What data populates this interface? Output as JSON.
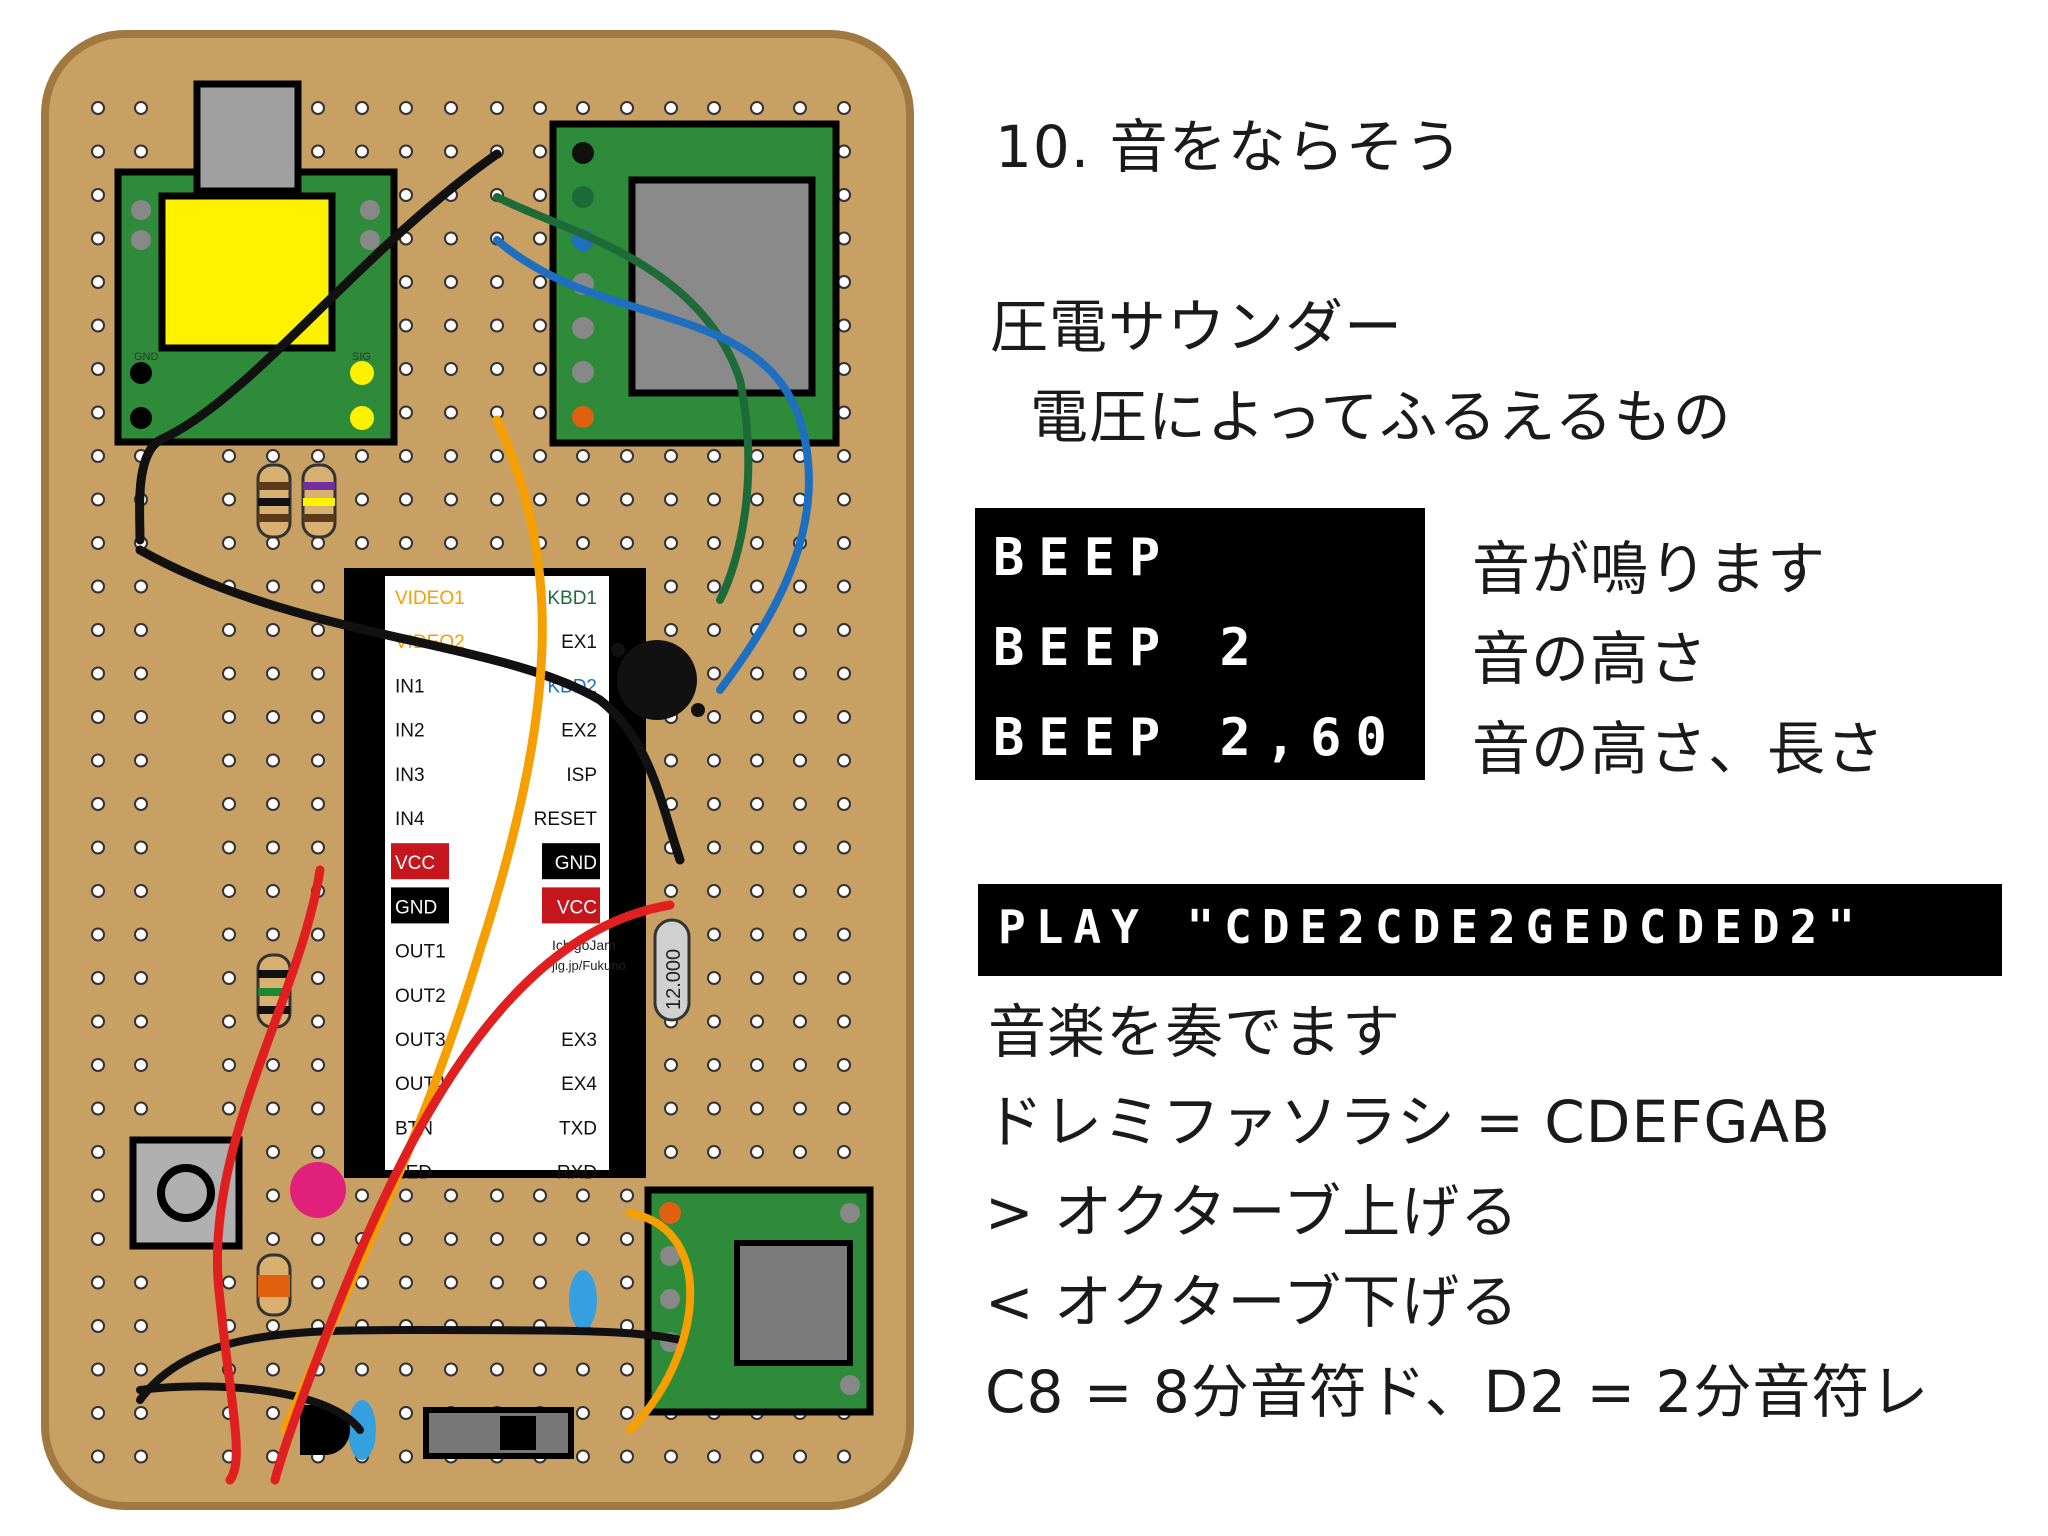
{
  "slide": {
    "title": "10. 音をならそう",
    "section_heading": "圧電サウンダー",
    "section_desc": "電圧によってふるえるもの",
    "beep_commands": [
      {
        "code": "BEEP",
        "desc": "音が鳴ります"
      },
      {
        "code": "BEEP 2",
        "desc": "音の高さ"
      },
      {
        "code": "BEEP 2,60",
        "desc": "音の高さ、長さ"
      }
    ],
    "play_command": "PLAY \"CDE2CDE2GEDCDED2\"",
    "play_notes": [
      "音楽を奏でます",
      "ドレミファソラシ = CDEFGAB",
      "> オクターブ上げる",
      "< オクターブ下げる",
      "C8 = 8分音符ド、D2 = 2分音符レ"
    ]
  },
  "board": {
    "chip_left_labels": [
      "VIDEO1",
      "VIDEO2",
      "IN1",
      "IN2",
      "IN3",
      "IN4",
      "VCC",
      "GND",
      "OUT1",
      "OUT2",
      "OUT3",
      "OUT4",
      "BTN",
      "LED"
    ],
    "chip_right_labels": [
      "KBD1",
      "EX1",
      "KBD2",
      "EX2",
      "ISP",
      "RESET",
      "GND",
      "VCC",
      "",
      "",
      "EX3",
      "EX4",
      "TXD",
      "RXD"
    ],
    "chip_maker_line1": "IchigoJam",
    "chip_maker_line2": "jig.jp/Fukuno",
    "crystal_label": "12.000",
    "video_pin_left": "GND",
    "video_pin_right": "SIG",
    "colors": {
      "board": "#c8a064",
      "board_edge": "#a07840",
      "chip": "#000000",
      "module_green": "#2e8b3a",
      "wire_black": "#111111",
      "wire_green": "#1e6b3a",
      "wire_blue": "#1f6fc0",
      "wire_orange": "#f5a000",
      "wire_red": "#e02020",
      "vcc_label": "#c4161c",
      "gnd_label": "#000000"
    }
  }
}
